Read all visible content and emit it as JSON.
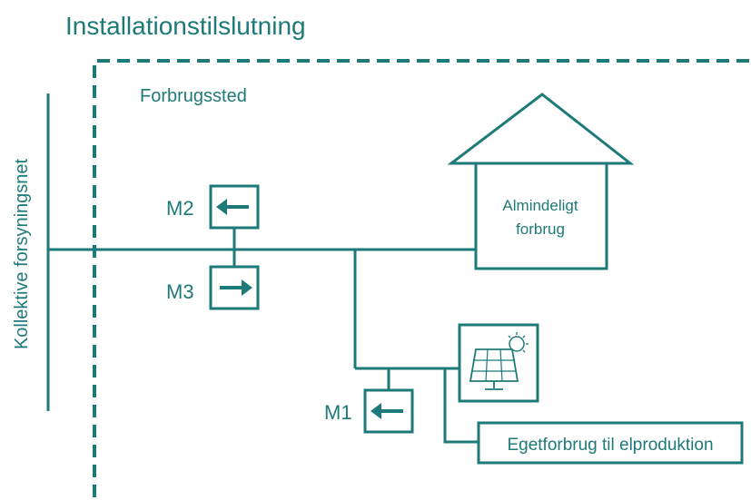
{
  "title": "Installationstilslutning",
  "site_label": "Forbrugssted",
  "grid_label": "Kollektive forsyningsnet",
  "house_label_line1": "Almindeligt",
  "house_label_line2": "forbrug",
  "meters": [
    {
      "label": "M2",
      "arrow": "left-arrow-icon"
    },
    {
      "label": "M3",
      "arrow": "right-arrow-icon"
    },
    {
      "label": "M1",
      "arrow": "left-arrow-icon"
    }
  ],
  "production_label": "Egetforbrug til elproduktion",
  "colors": {
    "primary": "#1e7a78",
    "background": "#ffffff"
  }
}
